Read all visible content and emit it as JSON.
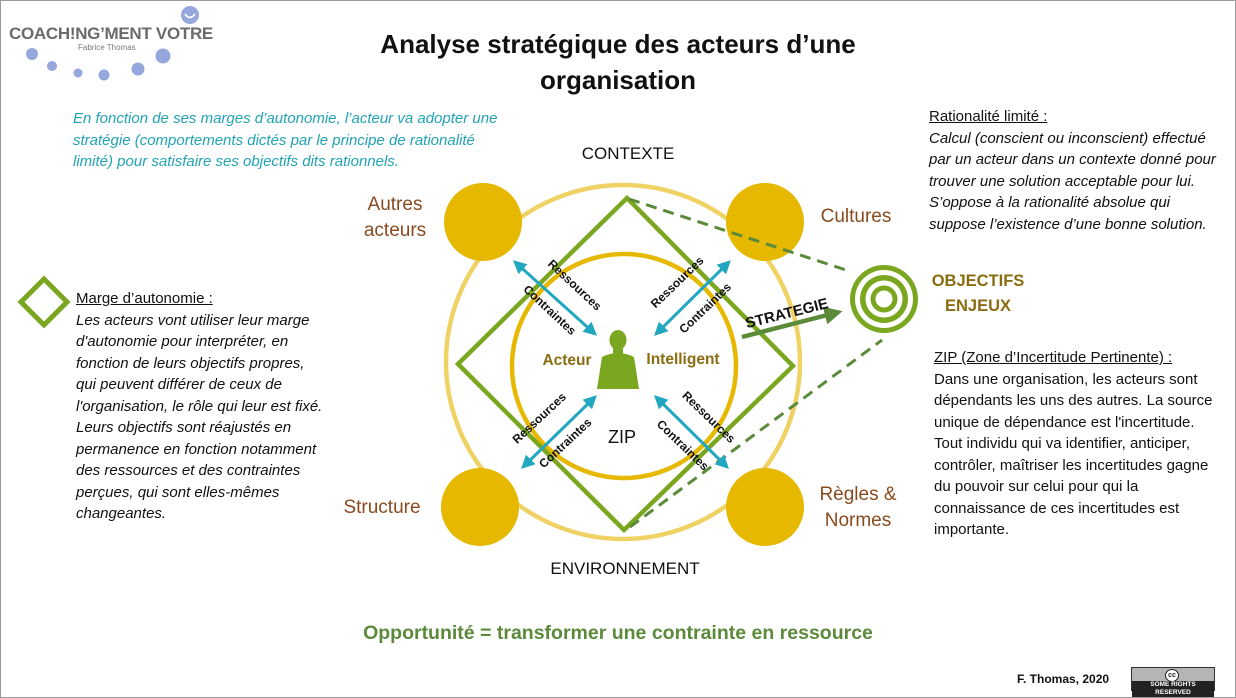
{
  "logo": {
    "brand": "COACH!NG’MENT VOTRE",
    "author": "Fabrice Thomas"
  },
  "title": {
    "line1": "Analyse stratégique des acteurs d’une",
    "line2": "organisation"
  },
  "intro": "En fonction de ses marges d’autonomie, l’acteur va adopter une stratégie (comportements dictés par le principe de rationalité limité) pour satisfaire ses objectifs dits rationnels.",
  "marge": {
    "heading": "Marge d’autonomie :",
    "text": "Les acteurs vont utiliser leur marge d'autonomie pour interpréter, en fonction de leurs objectifs propres, qui peuvent différer de ceux de l'organisation, le rôle qui leur est fixé. Leurs objectifs sont réajustés en permanence en fonction notamment des ressources et des contraintes perçues, qui sont elles-mêmes changeantes."
  },
  "rationalite": {
    "heading": "Rationalité limité :",
    "text": "Calcul (conscient ou inconscient) effectué par un acteur dans un contexte donné pour trouver une solution acceptable pour lui. S’oppose à la rationalité absolue qui suppose l’existence d’une bonne solution."
  },
  "zip_block": {
    "heading": "ZIP (Zone d’Incertitude Pertinente) :",
    "text": "Dans une organisation, les acteurs sont dépendants les uns des autres. La source unique de dépendance est l'incertitude. Tout individu qui va identifier, anticiper, contrôler, maîtriser les incertitudes gagne du pouvoir sur celui pour qui la connaissance de ces incertitudes est importante."
  },
  "diagram": {
    "contexte": "CONTEXTE",
    "environnement": "ENVIRONNEMENT",
    "autres_acteurs": {
      "line1": "Autres",
      "line2": "acteurs"
    },
    "cultures": "Cultures",
    "structure": "Structure",
    "regles": {
      "line1": "Règles &",
      "line2": "Normes"
    },
    "objectifs": {
      "line1": "OBJECTIFS",
      "line2": "ENJEUX"
    },
    "strategie": "STRATEGIE",
    "acteur": "Acteur",
    "intelligent": "Intelligent",
    "zip": "ZIP",
    "ressources": "Ressources",
    "contraintes": "Contraintes"
  },
  "opportunite": "Opportunité = transformer une contrainte en ressource",
  "credit": "F. Thomas, 2020",
  "license": {
    "symbol": "cc",
    "text": "SOME RIGHTS RESERVED"
  },
  "colors": {
    "gold": "#e6b800",
    "light_gold": "#f0d264",
    "green": "#7ba61f",
    "dashed_green": "#5a8a3a",
    "teal_arrow": "#22a7c0",
    "brown_label": "#8a4a1e",
    "intro_text": "#21a3b5"
  }
}
